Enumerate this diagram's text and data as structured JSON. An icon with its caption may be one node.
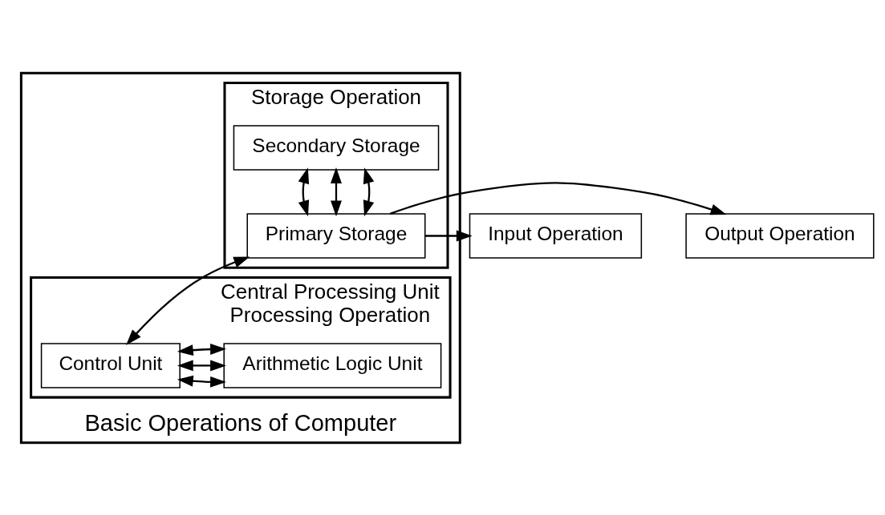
{
  "diagram": {
    "nodes": [
      {
        "text": [
          "Basic Operations of Computer"
        ]
      },
      {
        "text": [
          "Storage Operation"
        ],
        "in": 0
      },
      {
        "text": [
          "Secondary Storage"
        ],
        "in": 1
      },
      {
        "text": [
          "Primary Storage"
        ],
        "in": 1
      },
      {
        "text": [
          "Central Processing Unit",
          "Processing Operation"
        ],
        "in": 0
      },
      {
        "text": [
          "Control Unit"
        ],
        "in": 4
      },
      {
        "text": [
          "Arithmetic Logic Unit"
        ],
        "in": 4
      },
      {
        "text": [
          "Input Operation"
        ]
      },
      {
        "text": [
          "Output Operation"
        ]
      }
    ],
    "edges": [
      {
        "from": 2,
        "to": 3,
        "arrow": "both"
      },
      {
        "from": 2,
        "to": 3,
        "arrow": "both"
      },
      {
        "from": 2,
        "to": 3,
        "arrow": "both"
      },
      {
        "from": 3,
        "to": 7,
        "arrow": "to"
      },
      {
        "from": 3,
        "to": 8,
        "arrow": "to"
      },
      {
        "from": 3,
        "to": 5,
        "arrow": "both"
      },
      {
        "from": 5,
        "to": 6,
        "arrow": "both"
      },
      {
        "from": 5,
        "to": 6,
        "arrow": "both"
      },
      {
        "from": 5,
        "to": 6,
        "arrow": "both"
      }
    ]
  }
}
